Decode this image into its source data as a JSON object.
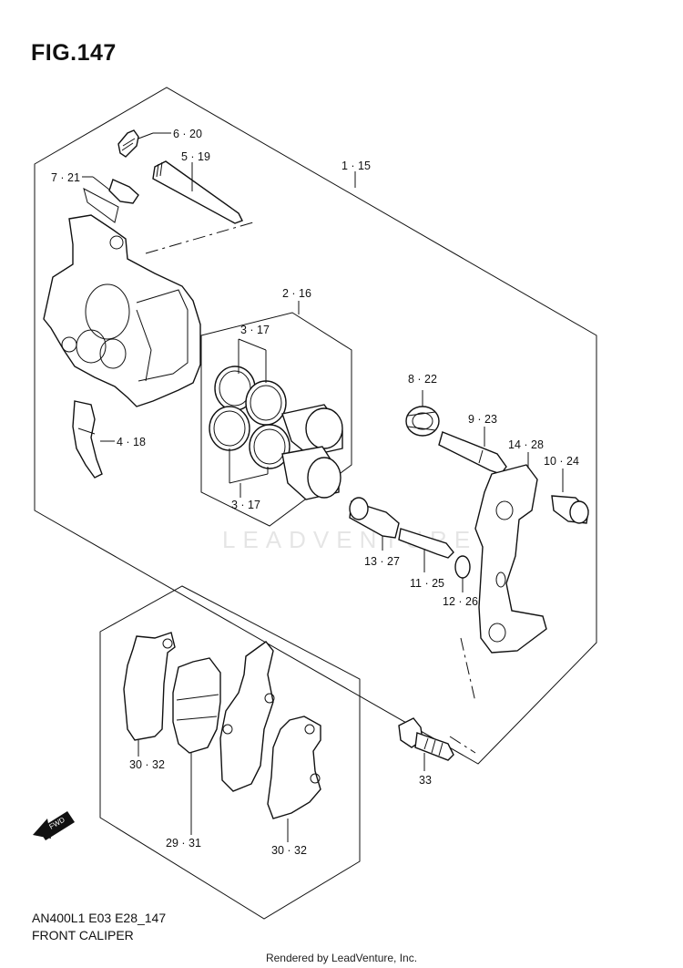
{
  "figure": {
    "title": "FIG.147"
  },
  "callouts": [
    {
      "id": "6-20",
      "text": "6 · 20"
    },
    {
      "id": "5-19",
      "text": "5 · 19"
    },
    {
      "id": "7-21",
      "text": "7 · 21"
    },
    {
      "id": "1-15",
      "text": "1 · 15"
    },
    {
      "id": "2-16",
      "text": "2 · 16"
    },
    {
      "id": "3-17a",
      "text": "3 · 17"
    },
    {
      "id": "3-17b",
      "text": "3 · 17"
    },
    {
      "id": "4-18",
      "text": "4 · 18"
    },
    {
      "id": "8-22",
      "text": "8 · 22"
    },
    {
      "id": "9-23",
      "text": "9 · 23"
    },
    {
      "id": "14-28",
      "text": "14 · 28"
    },
    {
      "id": "10-24",
      "text": "10 · 24"
    },
    {
      "id": "13-27",
      "text": "13 · 27"
    },
    {
      "id": "11-25",
      "text": "11 · 25"
    },
    {
      "id": "12-26",
      "text": "12 · 26"
    },
    {
      "id": "30-32a",
      "text": "30 · 32"
    },
    {
      "id": "29-31",
      "text": "29 · 31"
    },
    {
      "id": "30-32b",
      "text": "30 · 32"
    },
    {
      "id": "33",
      "text": "33"
    }
  ],
  "fwd_badge": "FWD",
  "watermark": "LEADVENTURE",
  "caption": {
    "model_code": "AN400L1 E03 E28_147",
    "section_name": "FRONT CALIPER"
  },
  "footer": {
    "rendered_by": "Rendered by LeadVenture, Inc."
  }
}
